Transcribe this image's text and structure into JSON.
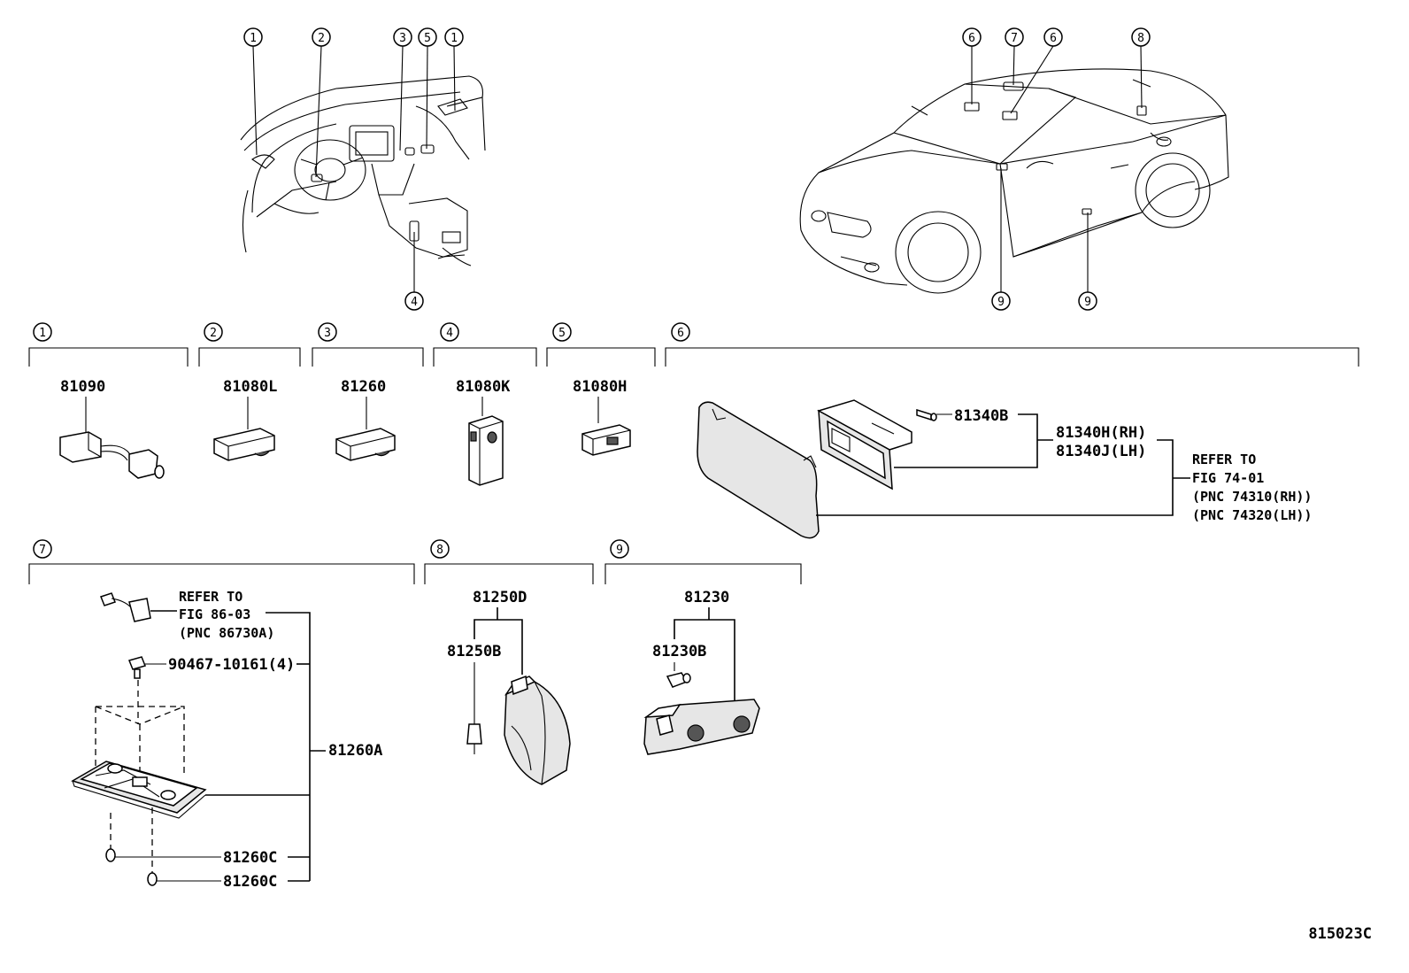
{
  "callouts": {
    "c1": "1",
    "c2": "2",
    "c3": "3",
    "c4": "4",
    "c5": "5",
    "c6": "6",
    "c7": "7",
    "c8": "8",
    "c9": "9"
  },
  "parts": {
    "p81090": "81090",
    "p81080L": "81080L",
    "p81260": "81260",
    "p81080K": "81080K",
    "p81080H": "81080H",
    "p81340B": "81340B",
    "p81340H": "81340H(RH)",
    "p81340J": "81340J(LH)",
    "p90467": "90467-10161(4)",
    "p81260A": "81260A",
    "p81260C": "81260C",
    "p81250D": "81250D",
    "p81250B": "81250B",
    "p81230": "81230",
    "p81230B": "81230B"
  },
  "refer_visor": {
    "line1": "REFER TO",
    "line2": "FIG 74-01",
    "line3": "(PNC 74310(RH))",
    "line4": "(PNC 74320(LH))"
  },
  "refer_map": {
    "line1": "REFER TO",
    "line2": "FIG 86-03",
    "line3": "(PNC 86730A)"
  },
  "figure_code": "815023C"
}
